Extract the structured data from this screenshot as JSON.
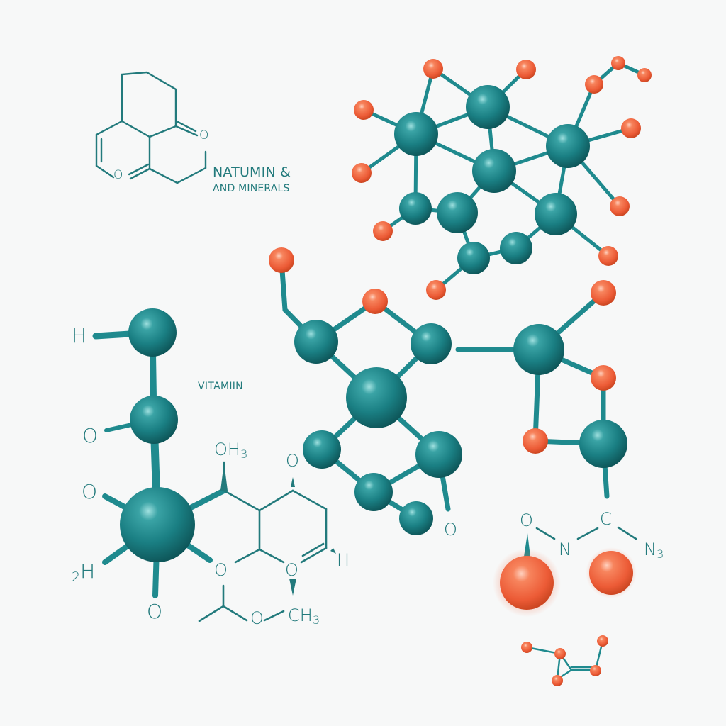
{
  "title": {
    "line1": "NATUMIN &",
    "line2": "AND MINERALS"
  },
  "vitamin_label": "VITAMIIN",
  "atom_labels": {
    "left_H": "H",
    "left_O1": "O",
    "left_O2": "O",
    "left_2H_pre": "2",
    "left_2H": "H",
    "left_O3": "O",
    "oh3_main": "OH",
    "oh3_sub": "3",
    "ring_O_top": "O",
    "ring_O_a": "O",
    "ring_O_b": "O",
    "ring_O_c": "O",
    "ring_H": "H",
    "ch3_main": "CH",
    "ch3_sub": "3",
    "center_O": "O",
    "right_O": "O",
    "right_N": "N",
    "right_C": "C",
    "n3_main": "N",
    "n3_sub": "3",
    "logo_O1": "O",
    "logo_O2": "O"
  },
  "colors": {
    "background": "#f7f8f8",
    "teal": "#1f8a8e",
    "teal_dark": "#11595c",
    "teal_light": "#7fcfd0",
    "orange": "#f26b45",
    "orange_light": "#ffb49a",
    "line": "#227a7c"
  }
}
